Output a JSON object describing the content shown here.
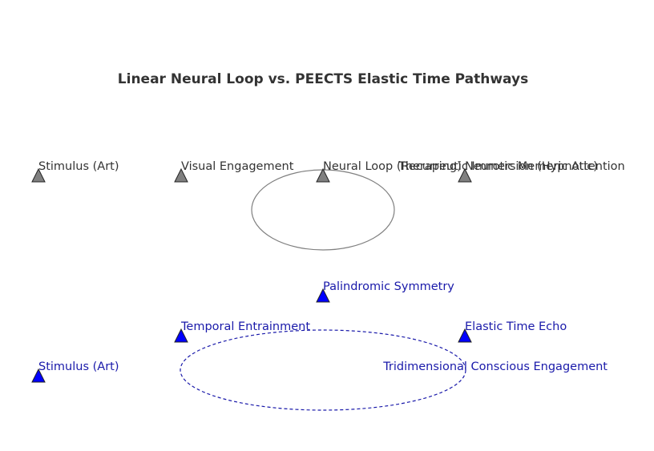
{
  "title": "Linear Neural Loop vs. PEECTS Elastic Time Pathways",
  "colors": {
    "title": "#333333",
    "linear_marker": "#808080",
    "linear_text": "#333333",
    "linear_loop": "#808080",
    "peects_marker": "#0000ff",
    "peects_text": "#1a1aaa",
    "peects_loop": "#1a1aaa",
    "marker_edge": "#222222"
  },
  "linear_pathway": {
    "nodes": [
      {
        "label": "Stimulus (Art)"
      },
      {
        "label": "Visual Engagement"
      },
      {
        "label": "Neural Loop (Recurring)"
      },
      {
        "label": "Therapeutic Immersion (Hypnotic)"
      },
      {
        "label": "Neurotic Memeric Attention"
      }
    ]
  },
  "peects_pathway": {
    "nodes": [
      {
        "label": "Stimulus (Art)"
      },
      {
        "label": "Temporal Entrainment"
      },
      {
        "label": "Palindromic Symmetry"
      },
      {
        "label": "Elastic Time Echo"
      },
      {
        "label": "Tridimensional Conscious Engagement"
      }
    ]
  }
}
